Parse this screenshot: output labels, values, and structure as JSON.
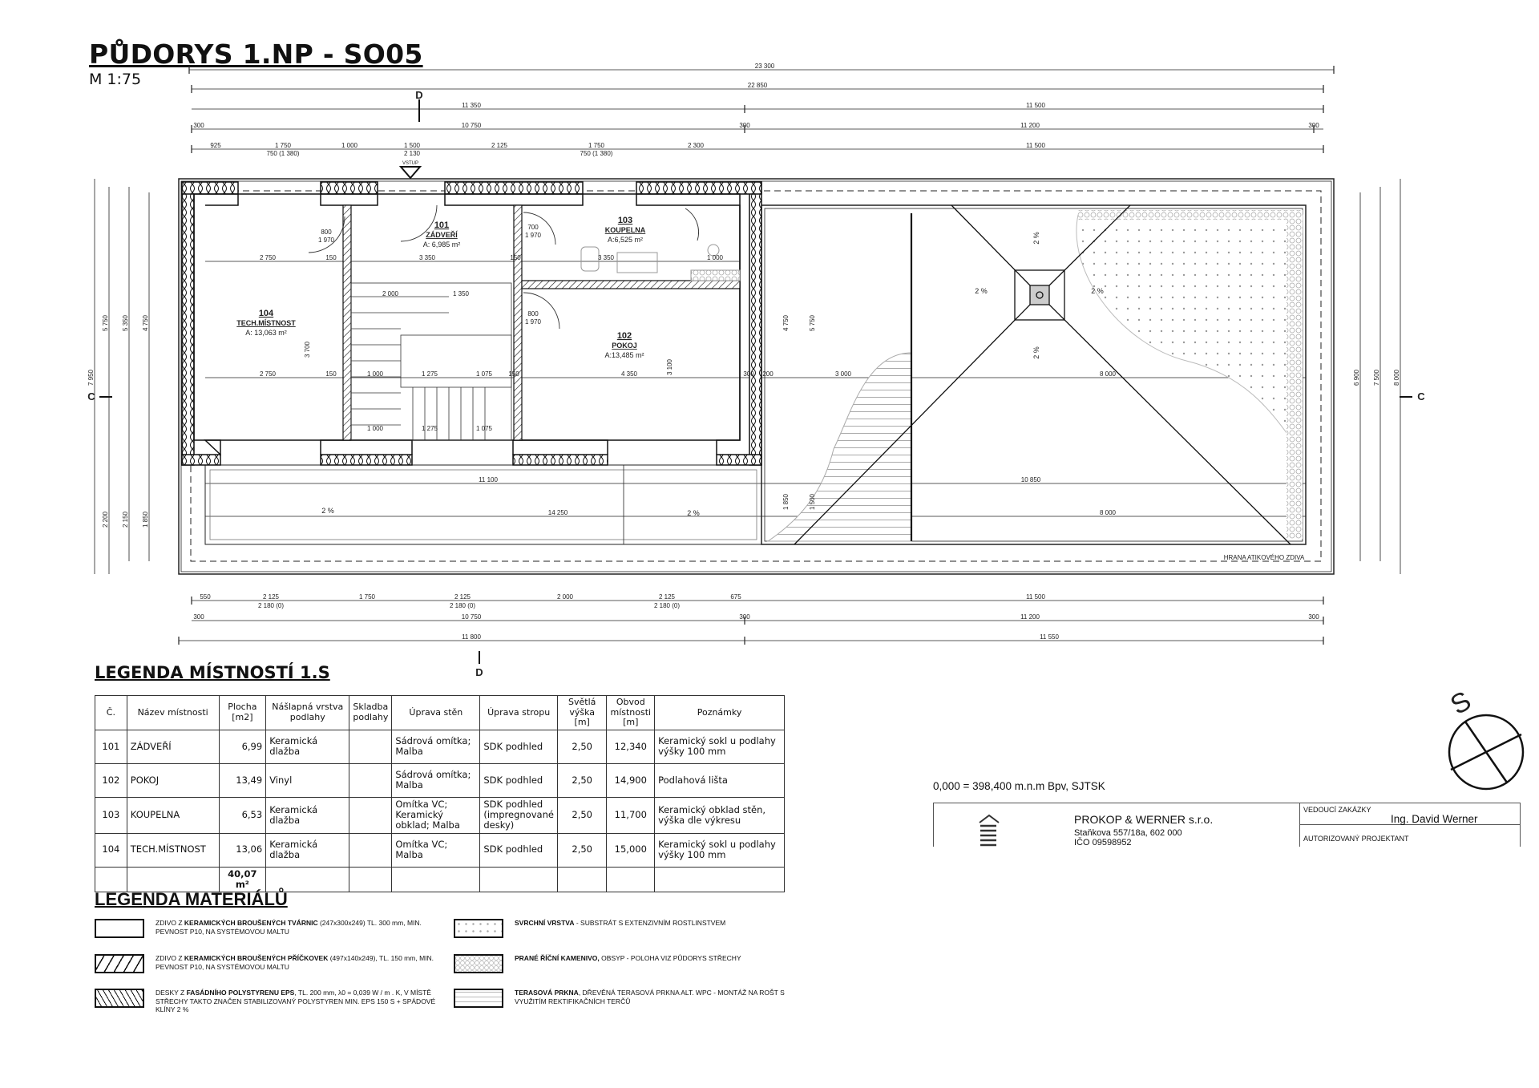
{
  "header": {
    "title": "PŮDORYS 1.NP - SO05",
    "scale": "M 1:75"
  },
  "plan": {
    "rooms": [
      {
        "number": "101",
        "name": "ZÁDVEŘÍ",
        "area": "A: 6,985 m²"
      },
      {
        "number": "103",
        "name": "KOUPELNA",
        "area": "A:6,525 m²"
      },
      {
        "number": "104",
        "name": "TECH.MÍSTNOST",
        "area": "A: 13,063 m²"
      },
      {
        "number": "102",
        "name": "POKOJ",
        "area": "A:13,485 m²"
      }
    ],
    "entrance_label": "VSTUP",
    "section_marks": [
      "D",
      "D",
      "C",
      "C"
    ],
    "slopes": [
      "2 %",
      "2 %",
      "2 %",
      "2 %",
      "2 %",
      "2 %"
    ],
    "parapet_label": "HRANA ATIKOVÉHO ZDIVA",
    "dimensions": [
      "23 300",
      "22 850",
      "11 350",
      "11 500",
      "300",
      "10 750",
      "300",
      "11 200",
      "300",
      "925",
      "1 750",
      "750 (1 380)",
      "1 000",
      "1 500",
      "2 130",
      "2 125",
      "1 750",
      "750 (1 380)",
      "2 300",
      "11 500",
      "550",
      "2 125",
      "2 180 (0)",
      "1 750",
      "2 125",
      "2 180 (0)",
      "2 000",
      "2 125",
      "2 180 (0)",
      "675",
      "11 500",
      "300",
      "10 750",
      "300",
      "11 200",
      "300",
      "11 800",
      "11 550",
      "2 750",
      "150",
      "3 350",
      "150",
      "3 350",
      "1 000",
      "2 750",
      "150",
      "1 000",
      "1 275",
      "1 075",
      "150",
      "4 350",
      "300",
      "200",
      "3 000",
      "8 000",
      "11 100",
      "10 850",
      "14 250",
      "8 000",
      "1 000",
      "1 275",
      "1 075",
      "2 000",
      "1 350",
      "800",
      "1 970",
      "700",
      "1 970",
      "800",
      "1 970",
      "7 950",
      "5 750",
      "5 350",
      "4 750",
      "2 200",
      "2 150",
      "1 850",
      "6 900",
      "7 500",
      "8 000",
      "4 750",
      "5 750",
      "3 700",
      "3 100",
      "1 850",
      "1 500"
    ]
  },
  "rooms_legend": {
    "title": "LEGENDA MÍSTNOSTÍ 1.S",
    "headers": [
      "Č.",
      "Název místnosti",
      "Plocha [m2]",
      "Nášlapná vrstva podlahy",
      "Skladba podlahy",
      "Úprava stěn",
      "Úprava stropu",
      "Světlá výška [m]",
      "Obvod místnosti [m]",
      "Poznámky"
    ],
    "rows": [
      [
        "101",
        "ZÁDVEŘÍ",
        "6,99",
        "Keramická dlažba",
        "",
        "Sádrová omítka; Malba",
        "SDK podhled",
        "2,50",
        "12,340",
        "Keramický sokl u  podlahy výšky 100 mm"
      ],
      [
        "102",
        "POKOJ",
        "13,49",
        "Vinyl",
        "",
        "Sádrová omítka; Malba",
        "SDK podhled",
        "2,50",
        "14,900",
        "Podlahová lišta"
      ],
      [
        "103",
        "KOUPELNA",
        "6,53",
        "Keramická dlažba",
        "",
        "Omítka VC; Keramický obklad; Malba",
        "SDK podhled (impregnované desky)",
        "2,50",
        "11,700",
        "Keramický obklad stěn,  výška dle výkresu"
      ],
      [
        "104",
        "TECH.MÍSTNOST",
        "13,06",
        "Keramická dlažba",
        "",
        "Omítka VC; Malba",
        "SDK podhled",
        "2,50",
        "15,000",
        "Keramický sokl u  podlahy výšky 100 mm"
      ]
    ],
    "total": "40,07 m²"
  },
  "materials_legend": {
    "title": "LEGENDA MATERIÁLŮ",
    "items": [
      {
        "pre": "ZDIVO Z ",
        "bold": "KERAMICKÝCH BROUŠENÝCH TVÁRNIC",
        "post": " (247x300x249) TL. 300 mm, MIN. PEVNOST P10, NA SYSTÉMOVOU MALTU"
      },
      {
        "pre": "ZDIVO Z ",
        "bold": "KERAMICKÝCH BROUŠENÝCH PŘÍČKOVEK",
        "post": " (497x140x249), TL. 150 mm, MIN. PEVNOST P10, NA SYSTÉMOVOU MALTU"
      },
      {
        "pre": "DESKY Z ",
        "bold": "FASÁDNÍHO POLYSTYRENU EPS",
        "post": ", TL. 200 mm, λ0 = 0,039 W / m . K, V MÍSTĚ STŘECHY TAKTO ZNAČEN STABILIZOVANÝ POLYSTYREN MIN. EPS 150 S + SPÁDOVÉ KLÍNY 2 %"
      },
      {
        "pre": "",
        "bold": "SVRCHNÍ VRSTVA",
        "post": " - SUBSTRÁT S EXTENZIVNÍM ROSTLINSTVEM"
      },
      {
        "pre": "",
        "bold": "PRANÉ ŘÍČNÍ KAMENIVO,",
        "post": " OBSYP - POLOHA VIZ PŮDORYS STŘECHY"
      },
      {
        "pre": "",
        "bold": "TERASOVÁ PRKNA",
        "post": ", DŘEVĚNÁ TERASOVÁ PRKNA ALT. WPC - MONTÁŽ NA ROŠT S VYUŽITÍM REKTIFIKAČNÍCH TERČŮ"
      }
    ]
  },
  "north_arrow": {
    "label": "S"
  },
  "elevation_note": "0,000 = 398,400 m.n.m Bpv, SJTSK",
  "title_block": {
    "company": "PROKOP & WERNER s.r.o.",
    "address": "Staňkova 557/18a, 602 000",
    "ico": "IČO 09598952",
    "lead_label": "VEDOUCÍ ZAKÁZKY",
    "lead_name": "Ing. David Werner",
    "designer_label": "AUTORIZOVANÝ PROJEKTANT"
  }
}
